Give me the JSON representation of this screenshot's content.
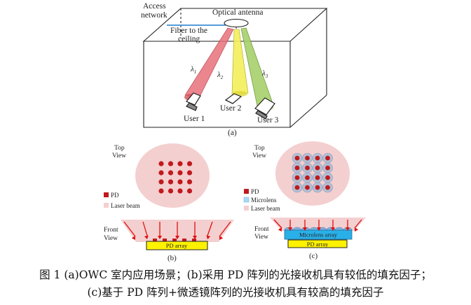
{
  "figure": {
    "panel_a": {
      "labels": {
        "access_network_1": "Access",
        "access_network_2": "network",
        "optical_antenna": "Optical antenna",
        "fiber_1": "Fiber to the",
        "fiber_2": "ceiling",
        "lambda1": "λ",
        "lambda1_sub": "1",
        "lambda2": "λ",
        "lambda2_sub": "2",
        "lambda3": "λ",
        "lambda3_sub": "3",
        "user1": "User 1",
        "user2": "User 2",
        "user3": "User 3",
        "tag": "(a)"
      },
      "colors": {
        "beam1": "#e8707a",
        "beam2": "#f3ee5a",
        "beam3": "#a6cf6c",
        "fiber": "#3b8fd6"
      }
    },
    "panel_b": {
      "top_view_1": "Top",
      "top_view_2": "View",
      "front_view_1": "Front",
      "front_view_2": "View",
      "legend_pd": "PD",
      "legend_laser": "Laser beam",
      "pd_array": "PD array",
      "tag": "(b)"
    },
    "panel_c": {
      "top_view_1": "Top",
      "top_view_2": "View",
      "front_view_1": "Front",
      "front_view_2": "View",
      "legend_pd": "PD",
      "legend_microlens": "Microlens",
      "legend_laser": "Laser beam",
      "microlens_array": "Microlens array",
      "pd_array": "PD array",
      "tag": "(c)"
    },
    "colors": {
      "pd": "#c0191e",
      "laser_beam": "#f4cfcf",
      "microlens": "#a9daf3",
      "arrow": "#e01010",
      "pd_array_fill": "#fff200"
    }
  },
  "caption": {
    "line1": "图 1 (a)OWC 室内应用场景；(b)采用 PD 阵列的光接收机具有较低的填充因子；",
    "line2": "(c)基于 PD 阵列+微透镜阵列的光接收机具有较高的填充因子"
  }
}
